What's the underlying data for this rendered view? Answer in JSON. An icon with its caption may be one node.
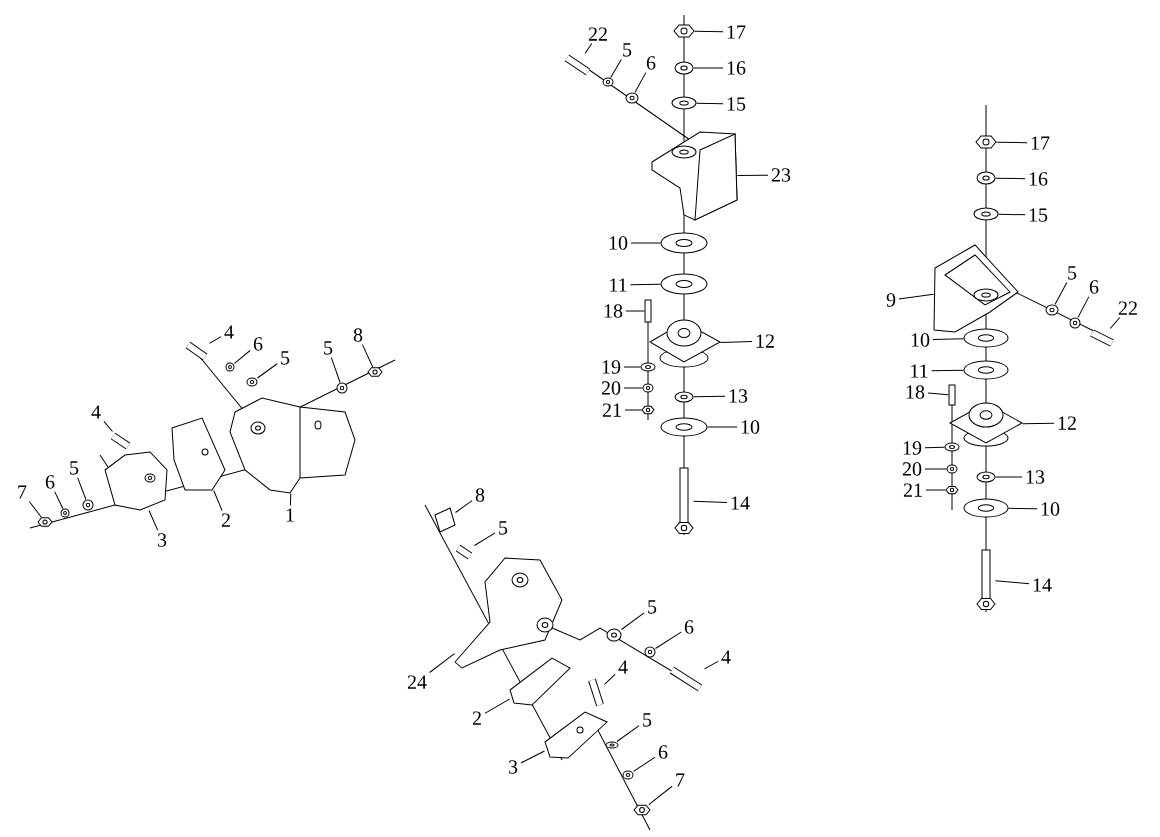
{
  "diagram": {
    "nodes": [
      {
        "text": [
          "4"
        ]
      },
      {
        "text": [
          "6"
        ]
      },
      {
        "text": [
          "5"
        ]
      },
      {
        "text": [
          "5"
        ]
      },
      {
        "text": [
          "8"
        ]
      },
      {
        "text": [
          "4"
        ]
      },
      {
        "text": [
          "7"
        ]
      },
      {
        "text": [
          "6"
        ]
      },
      {
        "text": [
          "5"
        ]
      },
      {
        "text": [
          "3"
        ]
      },
      {
        "text": [
          "2"
        ]
      },
      {
        "text": [
          "1"
        ]
      },
      {
        "text": [
          "22"
        ]
      },
      {
        "text": [
          "5"
        ]
      },
      {
        "text": [
          "6"
        ]
      },
      {
        "text": [
          "17"
        ]
      },
      {
        "text": [
          "16"
        ]
      },
      {
        "text": [
          "15"
        ]
      },
      {
        "text": [
          "23"
        ]
      },
      {
        "text": [
          "10"
        ]
      },
      {
        "text": [
          "11"
        ]
      },
      {
        "text": [
          "18"
        ]
      },
      {
        "text": [
          "12"
        ]
      },
      {
        "text": [
          "19"
        ]
      },
      {
        "text": [
          "20"
        ]
      },
      {
        "text": [
          "21"
        ]
      },
      {
        "text": [
          "13"
        ]
      },
      {
        "text": [
          "10"
        ]
      },
      {
        "text": [
          "14"
        ]
      },
      {
        "text": [
          "17"
        ]
      },
      {
        "text": [
          "16"
        ]
      },
      {
        "text": [
          "15"
        ]
      },
      {
        "text": [
          "9"
        ]
      },
      {
        "text": [
          "5"
        ]
      },
      {
        "text": [
          "6"
        ]
      },
      {
        "text": [
          "22"
        ]
      },
      {
        "text": [
          "10"
        ]
      },
      {
        "text": [
          "11"
        ]
      },
      {
        "text": [
          "18"
        ]
      },
      {
        "text": [
          "12"
        ]
      },
      {
        "text": [
          "19"
        ]
      },
      {
        "text": [
          "20"
        ]
      },
      {
        "text": [
          "21"
        ]
      },
      {
        "text": [
          "13"
        ]
      },
      {
        "text": [
          "10"
        ]
      },
      {
        "text": [
          "14"
        ]
      },
      {
        "text": [
          "8"
        ]
      },
      {
        "text": [
          "5"
        ]
      },
      {
        "text": [
          "24"
        ]
      },
      {
        "text": [
          "5"
        ]
      },
      {
        "text": [
          "6"
        ]
      },
      {
        "text": [
          "4"
        ]
      },
      {
        "text": [
          "4"
        ]
      },
      {
        "text": [
          "2"
        ]
      },
      {
        "text": [
          "5"
        ]
      },
      {
        "text": [
          "3"
        ]
      },
      {
        "text": [
          "6"
        ]
      },
      {
        "text": [
          "7"
        ]
      },
      {
        "text": [],
        "shape": "picture"
      },
      {
        "text": [],
        "shape": "picture"
      },
      {
        "text": [],
        "shape": "picture"
      },
      {
        "text": [],
        "shape": "picture"
      },
      {
        "text": [],
        "shape": "picture"
      },
      {
        "text": [],
        "shape": "picture"
      },
      {
        "text": [],
        "shape": "picture"
      },
      {
        "text": [],
        "shape": "picture"
      },
      {
        "text": [],
        "shape": "picture"
      },
      {
        "text": [],
        "shape": "picture"
      },
      {
        "text": [],
        "shape": "picture"
      },
      {
        "text": [],
        "shape": "picture"
      },
      {
        "text": [],
        "shape": "picture"
      },
      {
        "text": [],
        "shape": "picture"
      },
      {
        "text": [],
        "shape": "picture"
      },
      {
        "text": [],
        "shape": "picture"
      },
      {
        "text": [],
        "shape": "picture"
      },
      {
        "text": [],
        "shape": "picture"
      },
      {
        "text": [],
        "shape": "picture"
      },
      {
        "text": [],
        "shape": "picture"
      },
      {
        "text": [],
        "shape": "picture"
      },
      {
        "text": [],
        "shape": "picture"
      },
      {
        "text": [],
        "shape": "picture"
      },
      {
        "text": [],
        "shape": "picture"
      },
      {
        "text": [],
        "shape": "picture"
      },
      {
        "text": [],
        "shape": "picture"
      },
      {
        "text": [],
        "shape": "picture"
      },
      {
        "text": [],
        "shape": "picture"
      },
      {
        "text": [],
        "shape": "picture"
      },
      {
        "text": [],
        "shape": "picture"
      },
      {
        "text": [],
        "shape": "picture"
      },
      {
        "text": [],
        "shape": "picture"
      },
      {
        "text": [],
        "shape": "picture"
      },
      {
        "text": [],
        "shape": "picture"
      },
      {
        "text": [],
        "shape": "picture"
      },
      {
        "text": [],
        "shape": "picture"
      },
      {
        "text": [],
        "shape": "picture"
      },
      {
        "text": [],
        "shape": "picture"
      },
      {
        "text": [],
        "shape": "picture"
      },
      {
        "text": [],
        "shape": "picture"
      },
      {
        "text": [],
        "shape": "picture"
      },
      {
        "text": [],
        "shape": "picture"
      },
      {
        "text": [],
        "shape": "picture"
      },
      {
        "text": [],
        "shape": "picture"
      },
      {
        "text": [],
        "shape": "picture"
      },
      {
        "text": [],
        "shape": "picture"
      },
      {
        "text": [],
        "shape": "picture"
      },
      {
        "text": [],
        "shape": "picture"
      },
      {
        "text": [],
        "shape": "picture"
      },
      {
        "text": [],
        "shape": "picture"
      },
      {
        "text": [],
        "shape": "picture"
      },
      {
        "text": [],
        "shape": "picture"
      },
      {
        "text": [],
        "shape": "picture"
      },
      {
        "text": [],
        "shape": "picture"
      },
      {
        "text": [],
        "shape": "picture"
      },
      {
        "text": [],
        "shape": "picture"
      },
      {
        "text": [],
        "shape": "picture"
      },
      {
        "text": [],
        "shape": "picture"
      }
    ],
    "edges": [
      {
        "from": 0,
        "to": 58,
        "arrow": "none"
      },
      {
        "from": 1,
        "to": 59,
        "arrow": "none"
      },
      {
        "from": 2,
        "to": 60,
        "arrow": "none"
      },
      {
        "from": 3,
        "to": 61,
        "arrow": "none"
      },
      {
        "from": 4,
        "to": 62,
        "arrow": "none"
      },
      {
        "from": 5,
        "to": 63,
        "arrow": "none"
      },
      {
        "from": 6,
        "to": 64,
        "arrow": "none"
      },
      {
        "from": 7,
        "to": 65,
        "arrow": "none"
      },
      {
        "from": 8,
        "to": 66,
        "arrow": "none"
      },
      {
        "from": 9,
        "to": 67,
        "arrow": "none"
      },
      {
        "from": 10,
        "to": 68,
        "arrow": "none"
      },
      {
        "from": 11,
        "to": 69,
        "arrow": "none"
      },
      {
        "from": 12,
        "to": 70,
        "arrow": "none"
      },
      {
        "from": 13,
        "to": 71,
        "arrow": "none"
      },
      {
        "from": 14,
        "to": 72,
        "arrow": "none"
      },
      {
        "from": 15,
        "to": 73,
        "arrow": "none"
      },
      {
        "from": 16,
        "to": 74,
        "arrow": "none"
      },
      {
        "from": 17,
        "to": 75,
        "arrow": "none"
      },
      {
        "from": 18,
        "to": 76,
        "arrow": "none"
      },
      {
        "from": 19,
        "to": 77,
        "arrow": "none"
      },
      {
        "from": 20,
        "to": 78,
        "arrow": "none"
      },
      {
        "from": 21,
        "to": 79,
        "arrow": "none"
      },
      {
        "from": 22,
        "to": 80,
        "arrow": "none"
      },
      {
        "from": 23,
        "to": 81,
        "arrow": "none"
      },
      {
        "from": 24,
        "to": 82,
        "arrow": "none"
      },
      {
        "from": 25,
        "to": 83,
        "arrow": "none"
      },
      {
        "from": 26,
        "to": 84,
        "arrow": "none"
      },
      {
        "from": 27,
        "to": 85,
        "arrow": "none"
      },
      {
        "from": 28,
        "to": 86,
        "arrow": "none"
      },
      {
        "from": 29,
        "to": 87,
        "arrow": "none"
      },
      {
        "from": 30,
        "to": 88,
        "arrow": "none"
      },
      {
        "from": 31,
        "to": 89,
        "arrow": "none"
      },
      {
        "from": 32,
        "to": 90,
        "arrow": "none"
      },
      {
        "from": 33,
        "to": 91,
        "arrow": "none"
      },
      {
        "from": 34,
        "to": 92,
        "arrow": "none"
      },
      {
        "from": 35,
        "to": 93,
        "arrow": "none"
      },
      {
        "from": 36,
        "to": 94,
        "arrow": "none"
      },
      {
        "from": 37,
        "to": 95,
        "arrow": "none"
      },
      {
        "from": 38,
        "to": 96,
        "arrow": "none"
      },
      {
        "from": 39,
        "to": 97,
        "arrow": "none"
      },
      {
        "from": 40,
        "to": 98,
        "arrow": "none"
      },
      {
        "from": 41,
        "to": 99,
        "arrow": "none"
      },
      {
        "from": 42,
        "to": 100,
        "arrow": "none"
      },
      {
        "from": 43,
        "to": 101,
        "arrow": "none"
      },
      {
        "from": 44,
        "to": 102,
        "arrow": "none"
      },
      {
        "from": 45,
        "to": 103,
        "arrow": "none"
      },
      {
        "from": 46,
        "to": 104,
        "arrow": "none"
      },
      {
        "from": 47,
        "to": 105,
        "arrow": "none"
      },
      {
        "from": 48,
        "to": 106,
        "arrow": "none"
      },
      {
        "from": 49,
        "to": 107,
        "arrow": "none"
      },
      {
        "from": 50,
        "to": 108,
        "arrow": "none"
      },
      {
        "from": 51,
        "to": 109,
        "arrow": "none"
      },
      {
        "from": 52,
        "to": 110,
        "arrow": "none"
      },
      {
        "from": 53,
        "to": 111,
        "arrow": "none"
      },
      {
        "from": 54,
        "to": 112,
        "arrow": "none"
      },
      {
        "from": 55,
        "to": 113,
        "arrow": "none"
      },
      {
        "from": 56,
        "to": 114,
        "arrow": "none"
      },
      {
        "from": 57,
        "to": 115,
        "arrow": "none"
      }
    ]
  }
}
